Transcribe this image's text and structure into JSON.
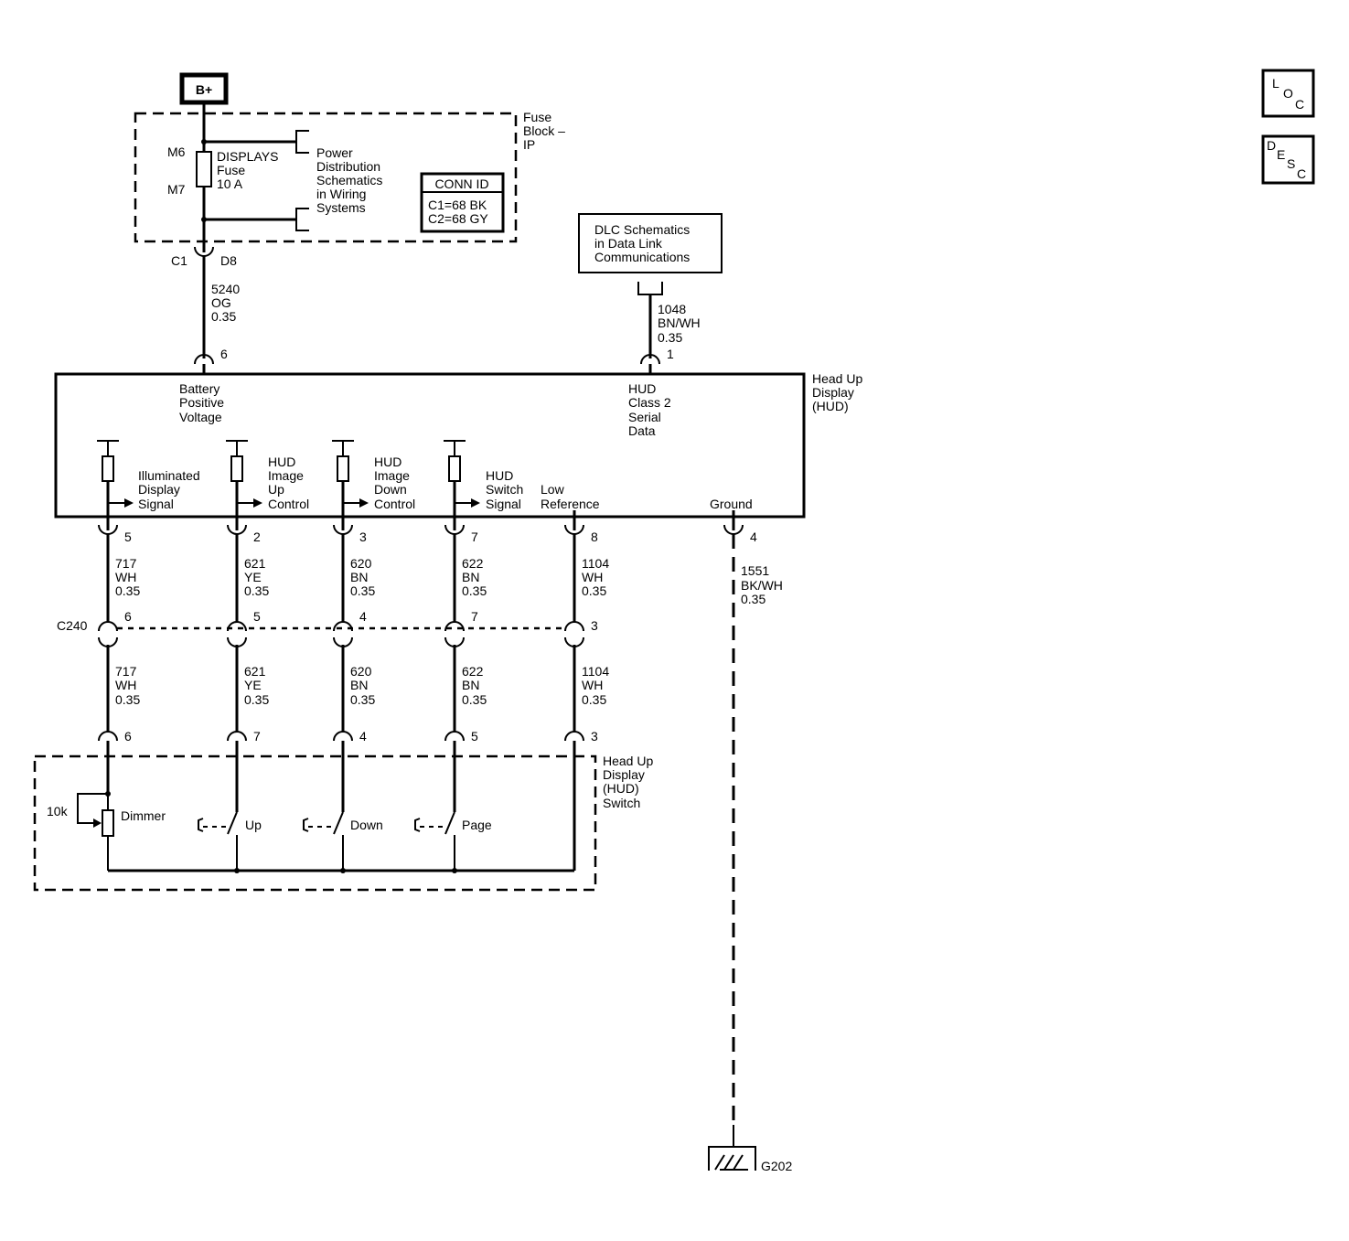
{
  "battery": "B+",
  "fuse_block": {
    "name": [
      "Fuse",
      "Block –",
      "IP"
    ],
    "terminal_in": "M6",
    "terminal_out": "M7",
    "fuse": [
      "DISPLAYS",
      "Fuse",
      "10 A"
    ],
    "power_ref": [
      "Power",
      "Distribution",
      "Schematics",
      "in Wiring",
      "Systems"
    ],
    "conn_id": {
      "title": "CONN ID",
      "lines": [
        "C1=68 BK",
        "C2=68 GY"
      ]
    },
    "connector": "C1",
    "cavity": "D8"
  },
  "dlc": [
    "DLC Schematics",
    "in Data Link",
    "Communications"
  ],
  "hud_module": {
    "name": [
      "Head Up",
      "Display",
      "(HUD)"
    ],
    "battery_label": [
      "Battery",
      "Positive",
      "Voltage"
    ],
    "serial_label": [
      "HUD",
      "Class 2",
      "Serial",
      "Data"
    ],
    "battery_pin": "6",
    "serial_pin": "1"
  },
  "top_wires": {
    "battery": [
      "5240",
      "OG",
      "0.35"
    ],
    "serial": [
      "1048",
      "BN/WH",
      "0.35"
    ]
  },
  "circuits": [
    {
      "label": [
        "Illuminated",
        "Display",
        "Signal"
      ],
      "module_pin": "5",
      "upper_wire": [
        "717",
        "WH",
        "0.35"
      ],
      "c240_pin": "6",
      "lower_wire": [
        "717",
        "WH",
        "0.35"
      ],
      "switch_pin": "6"
    },
    {
      "label": [
        "HUD",
        "Image",
        "Up",
        "Control"
      ],
      "module_pin": "2",
      "upper_wire": [
        "621",
        "YE",
        "0.35"
      ],
      "c240_pin": "5",
      "lower_wire": [
        "621",
        "YE",
        "0.35"
      ],
      "switch_pin": "7"
    },
    {
      "label": [
        "HUD",
        "Image",
        "Down",
        "Control"
      ],
      "module_pin": "3",
      "upper_wire": [
        "620",
        "BN",
        "0.35"
      ],
      "c240_pin": "4",
      "lower_wire": [
        "620",
        "BN",
        "0.35"
      ],
      "switch_pin": "4"
    },
    {
      "label": [
        "HUD",
        "Switch",
        "Signal"
      ],
      "module_pin": "7",
      "upper_wire": [
        "622",
        "BN",
        "0.35"
      ],
      "c240_pin": "7",
      "lower_wire": [
        "622",
        "BN",
        "0.35"
      ],
      "switch_pin": "5"
    },
    {
      "label": [
        "Low",
        "Reference"
      ],
      "module_pin": "8",
      "upper_wire": [
        "1104",
        "WH",
        "0.35"
      ],
      "c240_pin": "3",
      "lower_wire": [
        "1104",
        "WH",
        "0.35"
      ],
      "switch_pin": "3"
    }
  ],
  "ground": {
    "label": "Ground",
    "module_pin": "4",
    "wire": [
      "1551",
      "BK/WH",
      "0.35"
    ],
    "ground_id": "G202"
  },
  "inline_connector": "C240",
  "hud_switch": {
    "name": [
      "Head Up",
      "Display",
      "(HUD)",
      "Switch"
    ],
    "resistor": "10k",
    "dimmer": "Dimmer",
    "switches": [
      "Up",
      "Down",
      "Page"
    ]
  },
  "nav_buttons": {
    "loc": [
      "L",
      "O",
      "C"
    ],
    "desc": [
      "D",
      "E",
      "S",
      "C"
    ]
  }
}
